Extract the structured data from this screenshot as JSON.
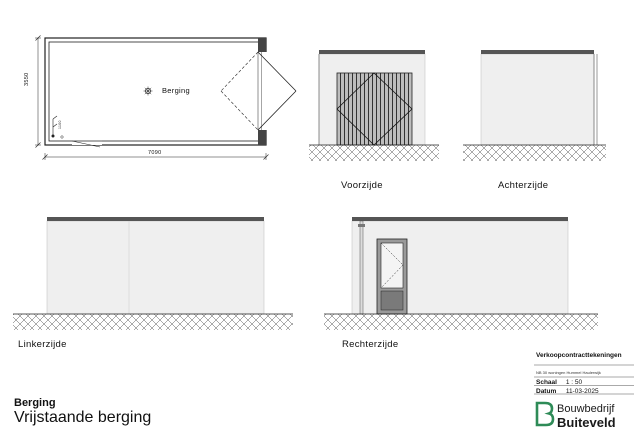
{
  "plan": {
    "room_label": "Berging",
    "dim_width": "7090",
    "dim_depth": "3550",
    "dim_small": "1100"
  },
  "views": {
    "front": "Voorzijde",
    "back": "Achterzijde",
    "left": "Linkerzijde",
    "right": "Rechterzijde"
  },
  "titleblock": {
    "project": "Berging",
    "description": "Vrijstaande berging",
    "sheet_title": "Verkoopcontracttekeningen",
    "project_line": "NB 30 woningen Hummel Haulerwijk",
    "scale_label": "Schaal",
    "scale_value": "1 : 50",
    "date_label": "Datum",
    "date_value": "11-03-2025",
    "company_line1": "Bouwbedrijf",
    "company_line2": "Buiteveld"
  },
  "colors": {
    "wall_fill": "#efefef",
    "line": "#222222",
    "logo_green": "#2e8b57"
  }
}
